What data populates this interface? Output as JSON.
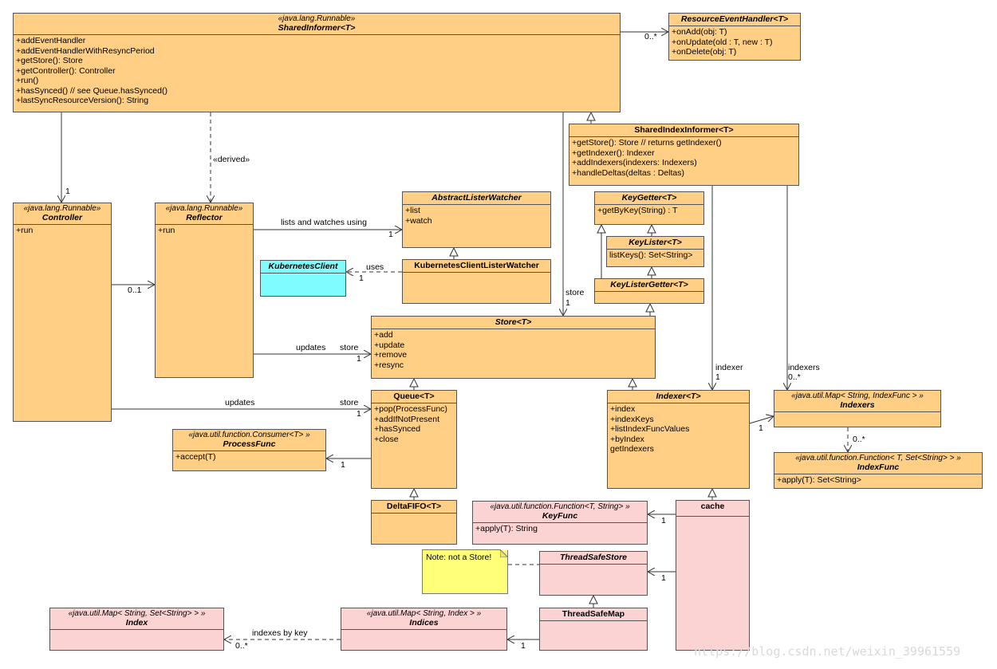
{
  "classes": {
    "shared_informer": {
      "stereotype": "«java.lang.Runnable»",
      "name": "SharedInformer<T>",
      "members": [
        "+addEventHandler",
        "+addEventHandlerWithResyncPeriod",
        "+getStore(): Store",
        "+getController(): Controller",
        "+run()",
        "+hasSynced() // see Queue.hasSynced()",
        "+lastSyncResourceVersion(): String"
      ]
    },
    "resource_event_handler": {
      "name": "ResourceEventHandler<T>",
      "members": [
        "+onAdd(obj: T)",
        "+onUpdate(old : T, new : T)",
        "+onDelete(obj: T)"
      ]
    },
    "shared_index_informer": {
      "name": "SharedIndexInformer<T>",
      "members": [
        "+getStore(): Store // returns getIndexer()",
        "+getIndexer(): Indexer",
        "+addIndexers(indexers: Indexers)",
        "+handleDeltas(deltas : Deltas)"
      ]
    },
    "controller": {
      "stereotype": "«java.lang.Runnable»",
      "name": "Controller",
      "members": [
        "+run"
      ]
    },
    "reflector": {
      "stereotype": "«java.lang.Runnable»",
      "name": "Reflector",
      "members": [
        "+run"
      ]
    },
    "abstract_lister_watcher": {
      "name": "AbstractListerWatcher",
      "members": [
        "+list",
        "+watch"
      ]
    },
    "kubernetes_client": {
      "name": "KubernetesClient"
    },
    "kubernetes_client_lister_watcher": {
      "name": "KubernetesClientListerWatcher"
    },
    "key_getter": {
      "name": "KeyGetter<T>",
      "members": [
        "+getByKey(String) : T"
      ]
    },
    "key_lister": {
      "name": "KeyLister<T>",
      "members": [
        "listKeys(): Set<String>"
      ]
    },
    "key_lister_getter": {
      "name": "KeyListerGetter<T>"
    },
    "store": {
      "name": "Store<T>",
      "members": [
        "+add",
        "+update",
        "+remove",
        "+resync"
      ]
    },
    "queue": {
      "name": "Queue<T>",
      "members": [
        "+pop(ProcessFunc)",
        "+addIfNotPresent",
        "+hasSynced",
        "+close"
      ]
    },
    "process_func": {
      "stereotype": "«java.util.function.Consumer<T> »",
      "name": "ProcessFunc",
      "members": [
        "+accept(T)"
      ]
    },
    "delta_fifo": {
      "name": "DeltaFIFO<T>"
    },
    "indexer": {
      "name": "Indexer<T>",
      "members": [
        "+index",
        "+indexKeys",
        "+listIndexFuncValues",
        "+byIndex",
        "getIndexers"
      ]
    },
    "indexers": {
      "stereotype": "«java.util.Map< String, IndexFunc > »",
      "name": "Indexers"
    },
    "index_func": {
      "stereotype": "«java.util.function.Function< T, Set<String> > »",
      "name": "IndexFunc",
      "members": [
        "+apply(T): Set<String>"
      ]
    },
    "key_func": {
      "stereotype": "«java.util.function.Function<T, String> »",
      "name": "KeyFunc",
      "members": [
        "+apply(T): String"
      ]
    },
    "cache": {
      "name": "cache"
    },
    "note": {
      "text": "Note: not a Store!"
    },
    "thread_safe_store": {
      "name": "ThreadSafeStore"
    },
    "thread_safe_map": {
      "name": "ThreadSafeMap"
    },
    "indices": {
      "stereotype": "«java.util.Map< String, Index > »",
      "name": "Indices"
    },
    "index": {
      "stereotype": "«java.util.Map< String, Set<String> > »",
      "name": "Index"
    }
  },
  "labels": {
    "rel_handler_mult": "0..*",
    "rel_ctrl_mult": "1",
    "rel_derived": "«derived»",
    "rel_lists_watches": "lists and watches using",
    "rel_lw_mult": "1",
    "rel_uses": "uses",
    "rel_uses_mult": "1",
    "rel_reflector_mult": "0..1",
    "rel_store_role": "store",
    "rel_store_mult": "1",
    "rel_updates1": "updates",
    "rel_store_role2": "store",
    "rel_store_mult2": "1",
    "rel_updates2": "updates",
    "rel_store_role3": "store",
    "rel_store_mult3": "1",
    "rel_process_mult": "1",
    "rel_indexer_role": "indexer",
    "rel_indexer_mult": "1",
    "rel_indexers_role": "indexers",
    "rel_indexers_mult": "0..*",
    "rel_indexers_mult2": "1",
    "rel_indexfunc_mult": "0..*",
    "rel_keyfunc_mult": "1",
    "rel_tss_mult": "1",
    "rel_indices_mult": "1",
    "rel_indexes_by_key": "indexes by key",
    "rel_index_mult": "0..*"
  },
  "watermark": "https://blog.csdn.net/weixin_39961559"
}
